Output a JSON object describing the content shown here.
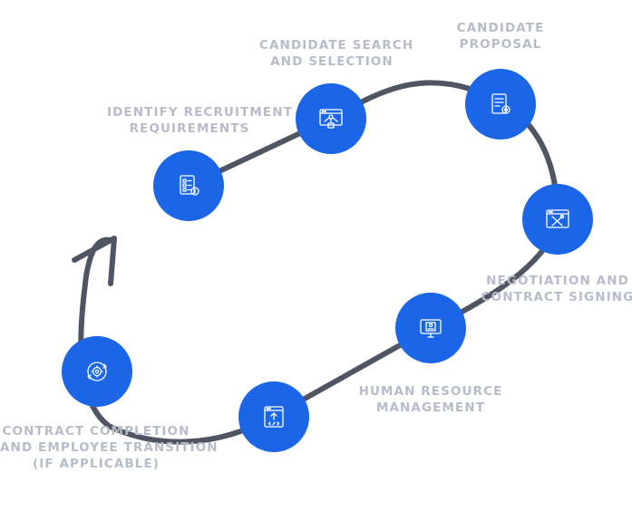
{
  "diagram": {
    "accent_color": "#1a66e6",
    "path_color": "#4f5562",
    "label_color": "#b7bcc9",
    "steps": [
      {
        "id": "identify",
        "icon": "checklist-document-icon",
        "lines": [
          "IDENTIFY RECRUITMENT",
          "REQUIREMENTS"
        ]
      },
      {
        "id": "search",
        "icon": "browser-network-icon",
        "lines": [
          "CANDIDATE SEARCH",
          "AND SELECTION"
        ]
      },
      {
        "id": "proposal",
        "icon": "document-gear-icon",
        "lines": [
          "CANDIDATE",
          "PROPOSAL"
        ]
      },
      {
        "id": "negotiation",
        "icon": "browser-tools-icon",
        "lines": [
          "NEGOTIATION AND",
          "CONTRACT SIGNING"
        ]
      },
      {
        "id": "hr",
        "icon": "monitor-profile-icon",
        "lines": [
          "HUMAN RESOURCE",
          "MANAGEMENT"
        ]
      },
      {
        "id": "upload",
        "icon": "browser-upload-code-icon",
        "lines": []
      },
      {
        "id": "completion",
        "icon": "gear-cycle-icon",
        "lines": [
          "CONTRACT COMPLETION",
          "AND EMPLOYEE TRANSITION",
          "(IF APPLICABLE)"
        ]
      }
    ]
  }
}
